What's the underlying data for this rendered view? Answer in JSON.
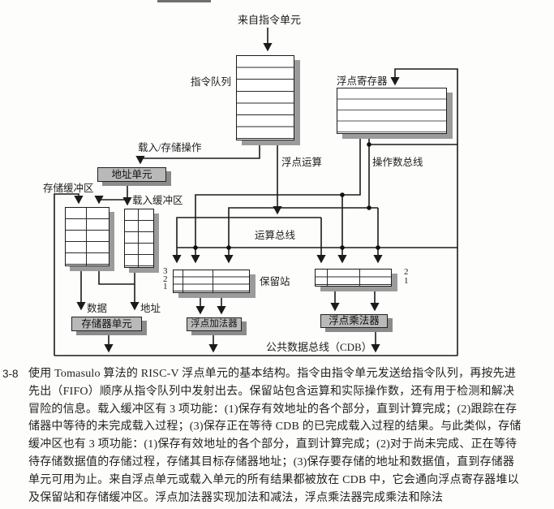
{
  "figure": {
    "labels": {
      "from_instruction_unit": "来自指令单元",
      "instruction_queue": "指令队列",
      "fp_registers": "浮点寄存器",
      "load_store_ops": "载入/存储操作",
      "fp_operations": "浮点运算",
      "operand_bus": "操作数总线",
      "store_buffer": "存储缓冲区",
      "load_buffer": "载入缓冲区",
      "address_unit": "地址单元",
      "operation_bus": "运算总线",
      "reservation_station": "保留站",
      "data": "数据",
      "address": "地址",
      "memory_unit": "存储器单元",
      "fp_adder": "浮点加法器",
      "fp_multiplier": "浮点乘法器",
      "cdb": "公共数据总线（CDB）"
    },
    "add_rs_tags": [
      "3",
      "2",
      "1"
    ],
    "mult_rs_tags": [
      "2",
      "1"
    ],
    "colors": {
      "line": "#1b1b1b",
      "unit_fill": "#b9b9b9",
      "box_shadow": "#9b9b9b",
      "paper": "#fdfdfc"
    }
  },
  "caption": {
    "number": "3-8",
    "lines": [
      "使用 Tomasulo 算法的 RISC-V 浮点单元的基本结构。指令由指令单元发送给指令队列，再按先进",
      "先出（FIFO）顺序从指令队列中发射出去。保留站包含运算和实际操作数，还有用于检测和解决",
      "冒险的信息。载入缓冲区有 3 项功能：(1)保存有效地址的各个部分，直到计算完成；(2)跟踪在存",
      "储器中等待的未完成载入过程；(3)保存正在等待 CDB 的已完成载入过程的结果。与此类似，存储",
      "缓冲区也有 3 项功能：(1)保存有效地址的各个部分，直到计算完成；(2)对于尚未完成、正在等待",
      "待存储数据值的存储过程，存储其目标存储器地址；(3)保存要存储的地址和数据值，直到存储器",
      "单元可用为止。来自浮点单元或载入单元的所有结果都被放在 CDB 中，它会通向浮点寄存器堆以",
      "及保留站和存储缓冲区。浮点加法器实现加法和减法，浮点乘法器完成乘法和除法"
    ]
  }
}
